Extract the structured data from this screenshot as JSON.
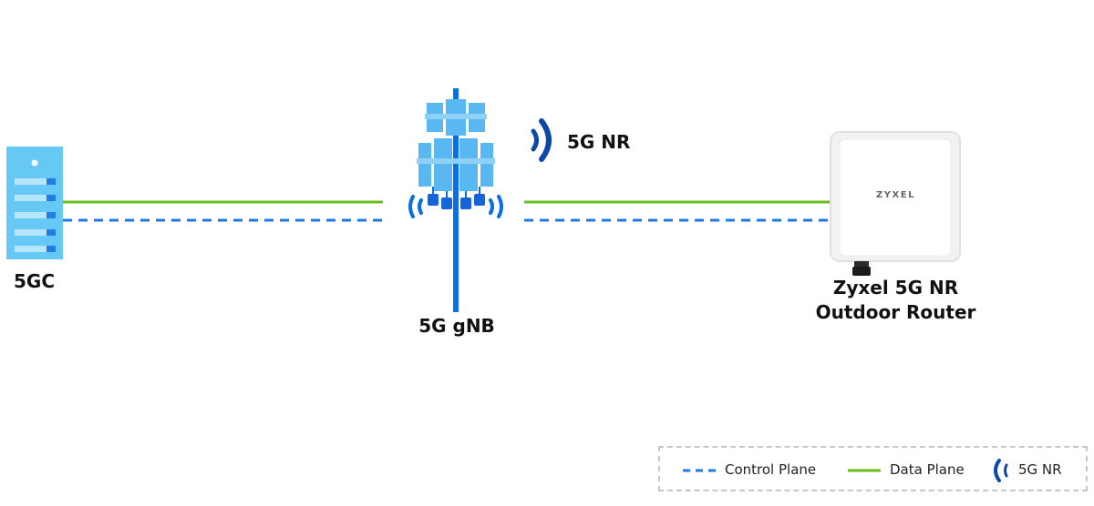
{
  "nodes": {
    "core": {
      "label": "5GC"
    },
    "gnb": {
      "label": "5G gNB"
    },
    "router": {
      "label_line1": "Zyxel 5G NR",
      "label_line2": "Outdoor Router",
      "brand": "ZYXEL"
    }
  },
  "radio_label": "5G NR",
  "legend": {
    "control_plane": "Control Plane",
    "data_plane": "Data Plane",
    "nr": "5G NR"
  },
  "colors": {
    "control_plane": "#1e78e6",
    "data_plane": "#6abf1e",
    "nr_wave": "#0d47a8",
    "tower_blue": "#0a6fe0",
    "panel_light": "#59b7f2",
    "server_light": "#66c8f5",
    "server_dark": "#1e7fe0"
  },
  "icons": [
    "server-icon",
    "cell-tower-icon",
    "signal-wave-icon",
    "outdoor-router-icon"
  ]
}
